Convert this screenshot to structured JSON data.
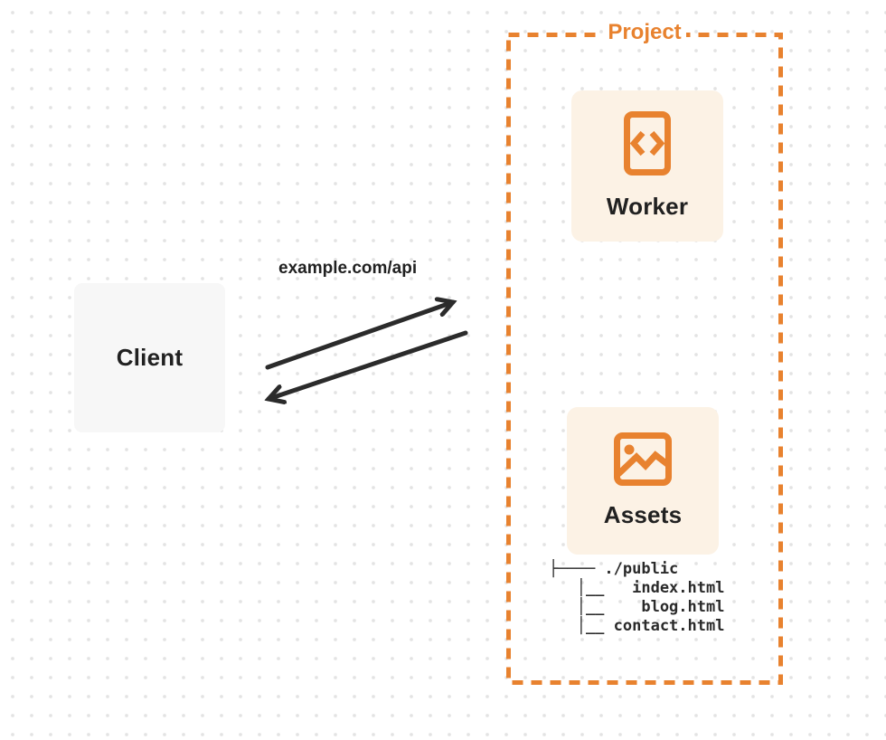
{
  "colors": {
    "accent_orange": "#e8822f",
    "card_cream": "#fcf2e5",
    "card_gray": "#f7f7f7",
    "ink": "#222222",
    "arrow": "#2b2b2b",
    "dot_grid": "#e3e3e3"
  },
  "client": {
    "label": "Client"
  },
  "request": {
    "label": "example.com/api"
  },
  "project": {
    "label": "Project",
    "worker": {
      "label": "Worker",
      "icon": "code-file-icon"
    },
    "assets": {
      "label": "Assets",
      "icon": "image-icon"
    },
    "file_tree": {
      "root": "./public",
      "files": [
        "index.html",
        "blog.html",
        "contact.html"
      ],
      "ascii": "├──── ./public\n   │__   index.html\n   │__    blog.html\n   │__ contact.html"
    }
  }
}
